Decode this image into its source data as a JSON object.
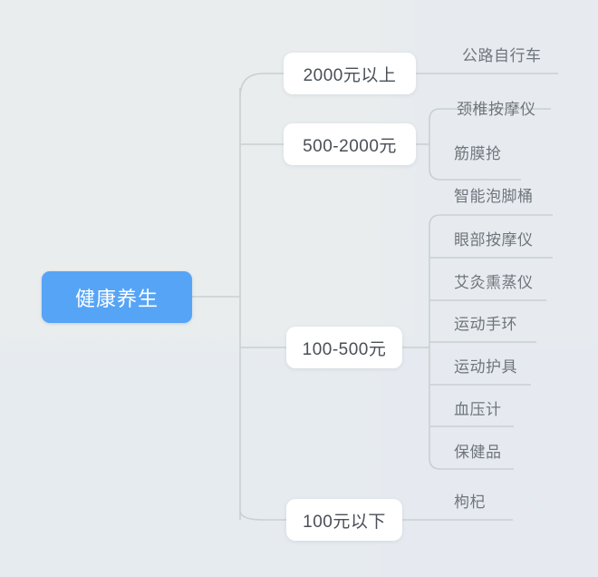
{
  "diagram": {
    "type": "mind-map",
    "title": "健康养生",
    "colors": {
      "background": "#e9edee",
      "root_fill": "#56a4f6",
      "root_text": "#ffffff",
      "branch_fill": "#ffffff",
      "branch_text": "#4a4f56",
      "leaf_text": "#6e757c",
      "connector": "#c9d0d2"
    },
    "root": {
      "label": "健康养生"
    },
    "branches": [
      {
        "label": "2000元以上",
        "leaves": [
          {
            "label": "公路自行车"
          }
        ]
      },
      {
        "label": "500-2000元",
        "leaves": [
          {
            "label": "颈椎按摩仪"
          },
          {
            "label": "筋膜抢"
          }
        ]
      },
      {
        "label": "100-500元",
        "leaves": [
          {
            "label": "智能泡脚桶"
          },
          {
            "label": "眼部按摩仪"
          },
          {
            "label": "艾灸熏蒸仪"
          },
          {
            "label": "运动手环"
          },
          {
            "label": "运动护具"
          },
          {
            "label": "血压计"
          },
          {
            "label": "保健品"
          }
        ]
      },
      {
        "label": "100元以下",
        "leaves": [
          {
            "label": "枸杞"
          }
        ]
      }
    ]
  }
}
